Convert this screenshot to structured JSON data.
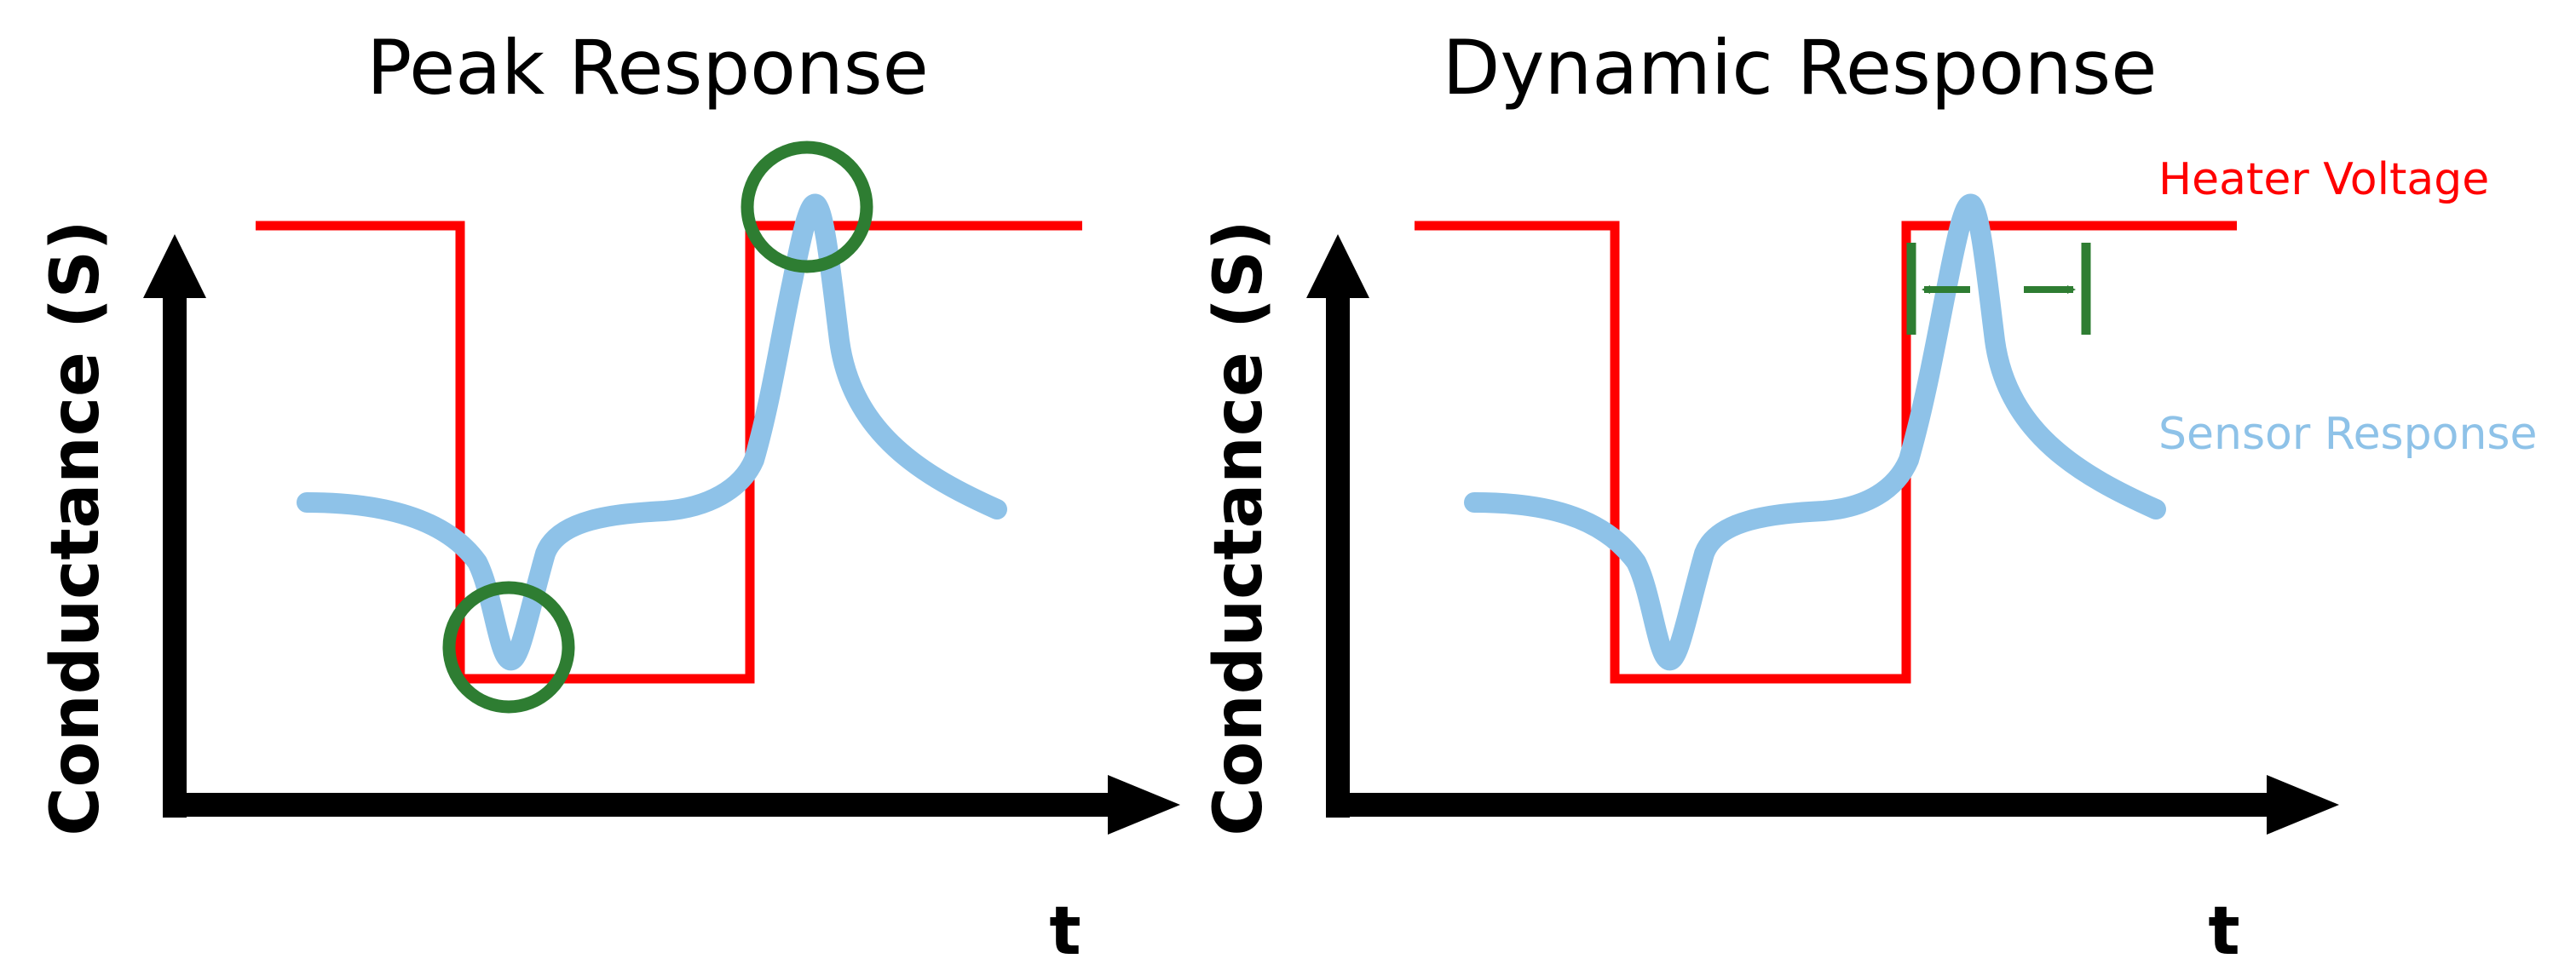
{
  "panels": [
    {
      "title": "Peak Response",
      "ylabel": "Conductance (S)",
      "xlabel": "t"
    },
    {
      "title": "Dynamic Response",
      "ylabel": "Conductance (S)",
      "xlabel": "t"
    }
  ],
  "legend": {
    "heater": "Heater Voltage",
    "sensor": "Sensor Response"
  },
  "colors": {
    "heater": "#ff0000",
    "sensor": "#8ec2e8",
    "marker": "#2e7d32",
    "axis": "#000000"
  }
}
